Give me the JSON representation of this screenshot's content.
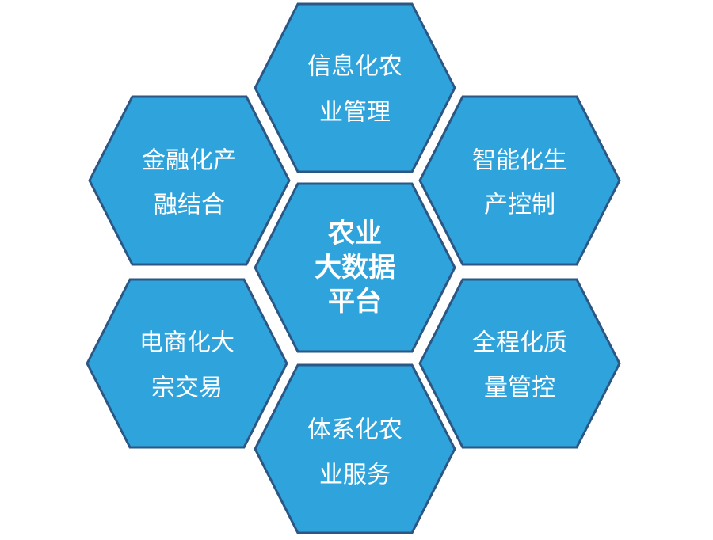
{
  "center": {
    "lines": [
      "农业",
      "大数据",
      "平台"
    ]
  },
  "hexagons": [
    {
      "id": "top",
      "lines": [
        "信息化农",
        "业管理"
      ]
    },
    {
      "id": "upper-left",
      "lines": [
        "金融化产",
        "融结合"
      ]
    },
    {
      "id": "upper-right",
      "lines": [
        "智能化生",
        "产控制"
      ]
    },
    {
      "id": "lower-left",
      "lines": [
        "电商化大",
        "宗交易"
      ]
    },
    {
      "id": "lower-right",
      "lines": [
        "全程化质",
        "量管控"
      ]
    },
    {
      "id": "bottom",
      "lines": [
        "体系化农",
        "业服务"
      ]
    }
  ],
  "colors": {
    "fill": "#2ea3dc",
    "stroke": "#2c5784",
    "text": "#ffffff"
  }
}
